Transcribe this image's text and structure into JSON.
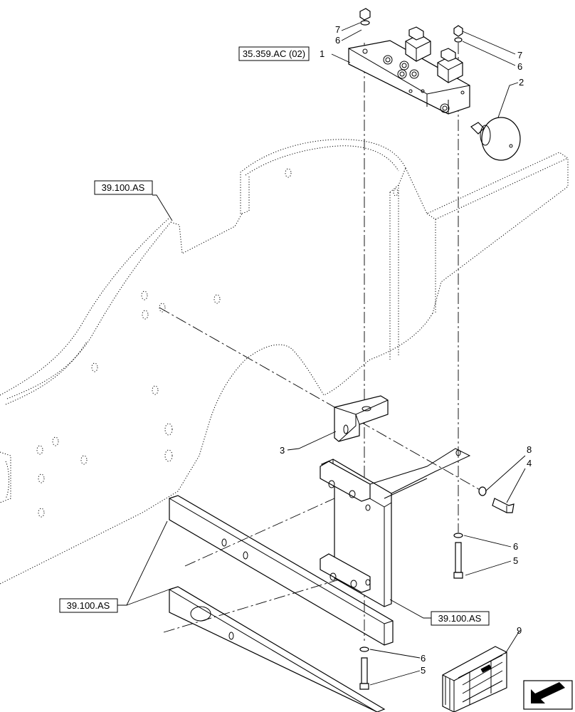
{
  "references": {
    "hydraulic_block": "35.359.AC (02)",
    "frame_top_left": "39.100.AS",
    "frame_bottom_left": "39.100.AS",
    "frame_bottom_right": "39.100.AS"
  },
  "callouts": {
    "block": "1",
    "accumulator": "2",
    "bracket": "3",
    "bolt": "4",
    "screw_lower_right": "5",
    "screw_bottom": "5",
    "washer_top_left": "6",
    "washer_top_right": "6",
    "washer_lower_right": "6",
    "washer_bottom": "6",
    "nut_top_left": "7",
    "nut_top_right": "7",
    "washer_bolt": "8",
    "kit": "9"
  },
  "icons": {
    "navigation": "arrow-down-left-icon",
    "kit_box": "crate-icon"
  }
}
